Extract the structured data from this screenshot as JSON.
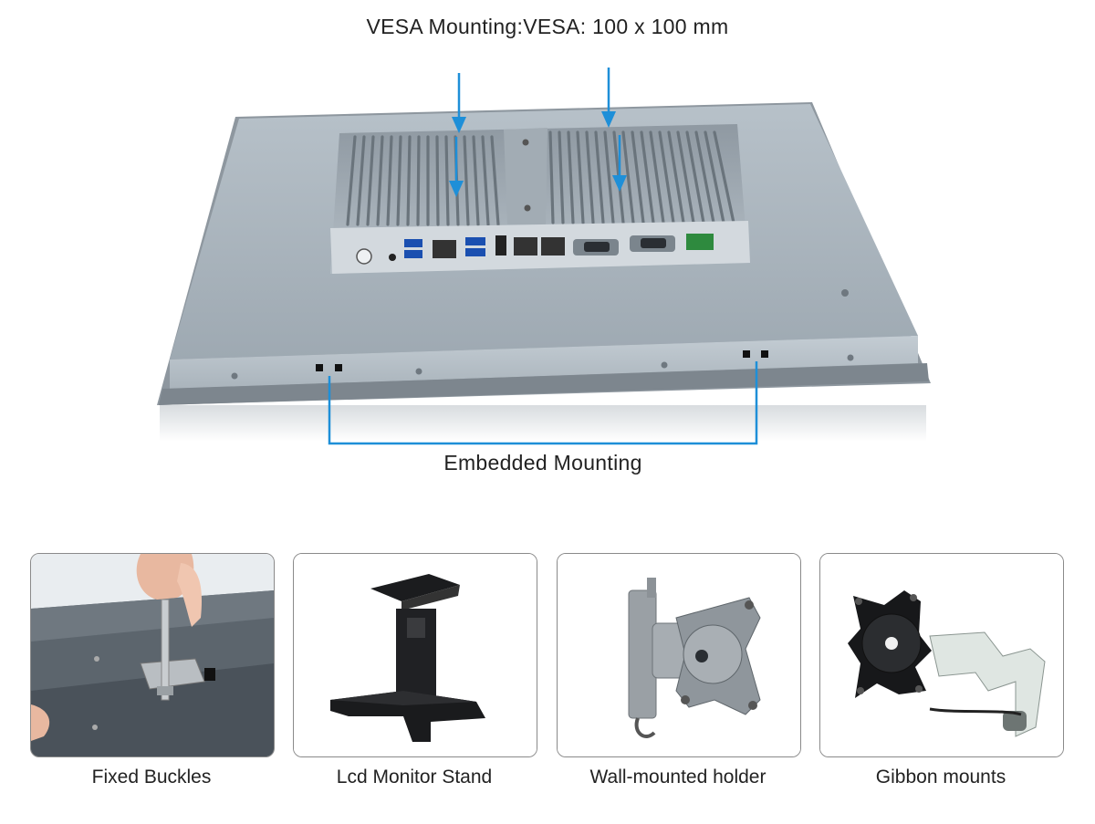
{
  "top_title": "VESA Mounting:VESA: 100 x 100 mm",
  "embedded_label": "Embedded Mounting",
  "accent_color": "#1e8fd8",
  "panel_color": "#a9b4bd",
  "mount_options": [
    {
      "caption": "Fixed Buckles",
      "icon": "fixed-buckle-photo"
    },
    {
      "caption": "Lcd Monitor Stand",
      "icon": "monitor-stand-photo"
    },
    {
      "caption": "Wall-mounted holder",
      "icon": "wall-mount-photo"
    },
    {
      "caption": "Gibbon mounts",
      "icon": "gibbon-mount-photo"
    }
  ]
}
